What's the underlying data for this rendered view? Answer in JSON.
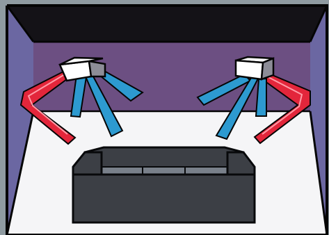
{
  "scene": {
    "subject": "room-speaker-setup",
    "colors": {
      "frame_bg": "#8f9ba1",
      "ceiling": "#141217",
      "side_walls": "#6b67a2",
      "back_wall": "#6c4f82",
      "floor": "#f5f5f7",
      "speaker_body": "#ffffff",
      "speaker_edge": "#8d8d97",
      "red_beam": "#e3263b",
      "red_beam_highlight": "#ff9ca7",
      "blue_beam": "#2d9ad0",
      "sofa": "#3c3f45",
      "sofa_outline": "#08090b",
      "sofa_seat_highlight": "#79808a",
      "line": "#050505"
    },
    "objects": [
      "left-speaker",
      "right-speaker",
      "left-red-beam",
      "right-red-beam",
      "left-blue-beams",
      "right-blue-beams",
      "sofa"
    ]
  }
}
